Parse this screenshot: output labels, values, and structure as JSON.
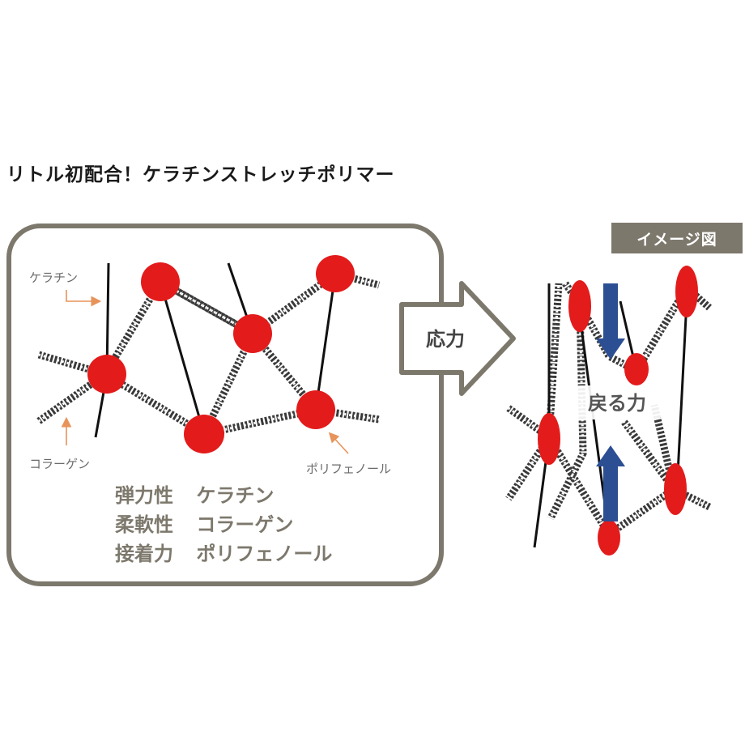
{
  "title": "リトル初配合！ケラチンストレッチポリマー",
  "labels": {
    "keratin": "ケラチン",
    "collagen": "コラーゲン",
    "polyphenol": "ポリフェノール"
  },
  "properties": [
    {
      "name": "弾力性",
      "value": "ケラチン"
    },
    {
      "name": "柔軟性",
      "value": "コラーゲン"
    },
    {
      "name": "接着力",
      "value": "ポリフェノール"
    }
  ],
  "arrow_label": "応力",
  "image_badge": "イメージ図",
  "return_force_label": "戻る力",
  "colors": {
    "frame": "#7d786c",
    "node": "#e31b1b",
    "force_arrow": "#2c4f94",
    "label_arrow": "#e8935a"
  }
}
